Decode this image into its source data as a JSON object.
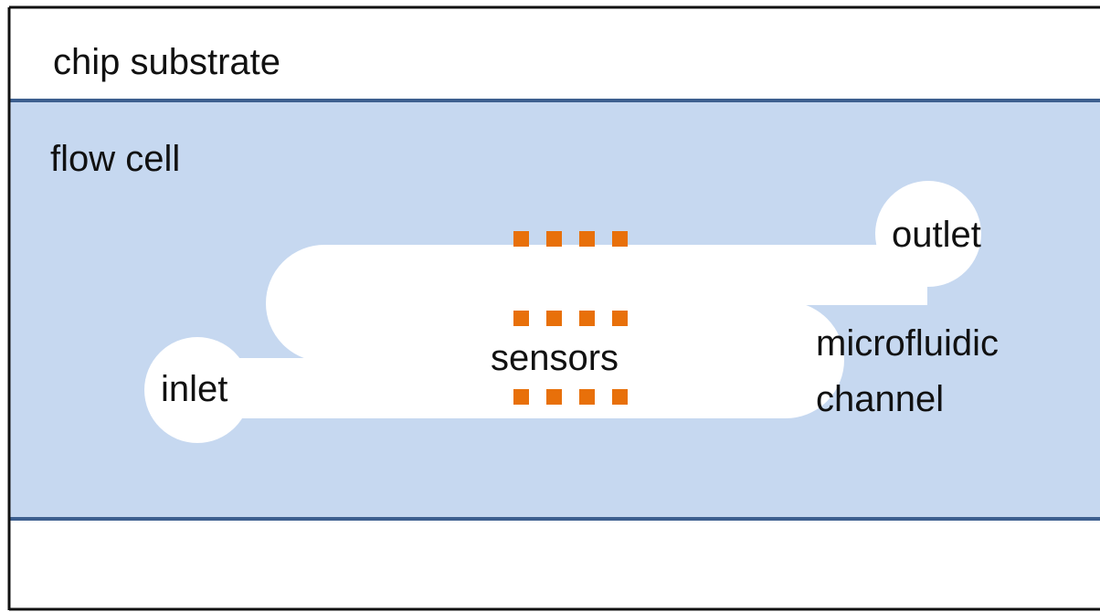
{
  "labels": {
    "chip_substrate": "chip substrate",
    "flow_cell": "flow cell",
    "outlet": "outlet",
    "inlet": "inlet",
    "sensors": "sensors",
    "microfluidic": "microfluidic",
    "channel": "channel"
  },
  "sensor_rows": 3,
  "sensors_per_row": 4,
  "colors": {
    "flow_cell_fill": "#c6d8f0",
    "layer_border": "#3d5f8f",
    "outer_border": "#111111",
    "channel": "#ffffff",
    "sensor": "#e8700a",
    "text": "#111111"
  }
}
